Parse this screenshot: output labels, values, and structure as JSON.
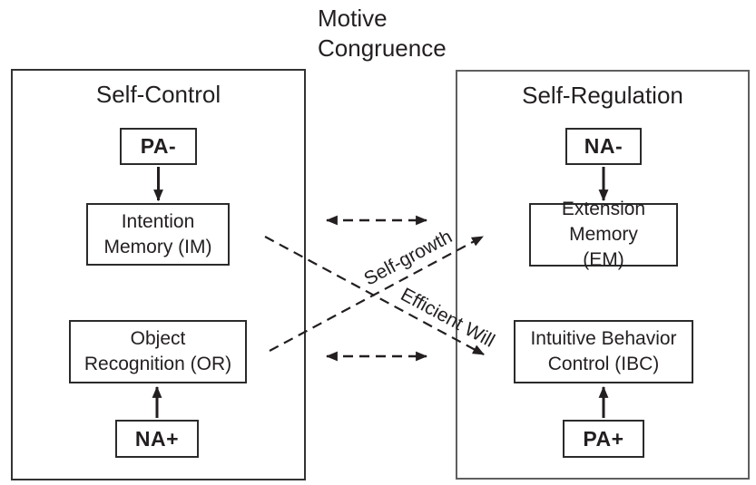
{
  "diagram_title": "Motive Congruence",
  "panels": {
    "left": {
      "heading": "Self-Control",
      "affect_top": "PA-",
      "system_top": "Intention Memory (IM)",
      "system_bottom": "Object Recognition (OR)",
      "affect_bottom": "NA+"
    },
    "right": {
      "heading": "Self-Regulation",
      "affect_top": "NA-",
      "system_top": "Extension Memory (EM)",
      "system_bottom": "Intuitive Behavior Control (IBC)",
      "affect_bottom": "PA+"
    }
  },
  "cross_links": {
    "self_growth_label": "Self-growth",
    "efficient_will_label": "Efficient Will"
  },
  "colors": {
    "ink": "#231f20",
    "left_panel_border": "#333333",
    "right_panel_border": "#5f5f5f",
    "background": "#ffffff"
  }
}
